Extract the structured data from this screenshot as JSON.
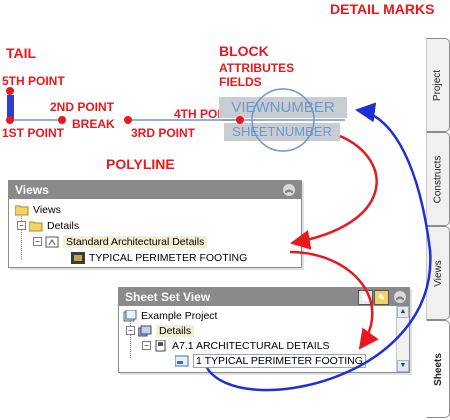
{
  "header": {
    "title": "DETAIL MARKS"
  },
  "labels": {
    "tail": "TAIL",
    "fifth_point": "5TH POINT",
    "second_point": "2ND POINT",
    "first_point": "1ST POINT",
    "break": "BREAK",
    "third_point": "3RD POINT",
    "fourth_point": "4TH POINT",
    "block": "BLOCK",
    "attributes": "ATTRIBUTES",
    "fields": "FIELDS",
    "polyline": "POLYLINE"
  },
  "block": {
    "top_field": "VIEWNUMBER",
    "bottom_field": "SHEETNUMBER"
  },
  "views_panel": {
    "title": "Views",
    "tree": [
      "Views",
      "Details",
      "Standard Architectural Details",
      "TYPICAL PERIMETER FOOTING"
    ]
  },
  "sheetset_panel": {
    "title": "Sheet Set View",
    "tree": [
      "Example Project",
      "Details",
      "A7.1 ARCHITECTURAL DETAILS",
      "1 TYPICAL PERIMETER FOOTING"
    ]
  },
  "palette_tabs": [
    "Project",
    "Constructs",
    "Views",
    "Sheets"
  ],
  "colors": {
    "accent_red": "#e8191e",
    "arrow_blue": "#1f2fd6",
    "block_blue": "#6f97c8",
    "title_gray": "#8a8a8a"
  }
}
